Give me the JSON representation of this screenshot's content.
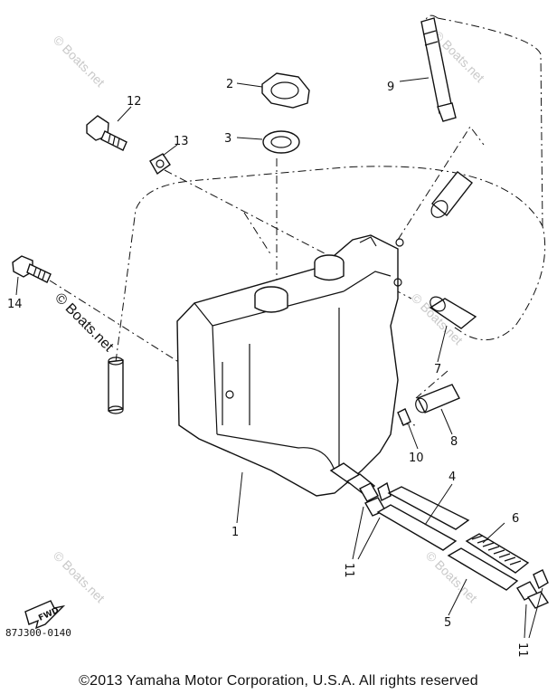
{
  "diagram": {
    "callouts": [
      "1",
      "2",
      "3",
      "4",
      "5",
      "6",
      "7",
      "8",
      "9",
      "10",
      "11",
      "11",
      "12",
      "13",
      "14"
    ],
    "watermark_text": "© Boats.net",
    "fwd_label": "FWD",
    "drawing_code": "87J300-0140",
    "copyright": "©2013 Yamaha Motor Corporation, U.S.A. All rights reserved"
  }
}
